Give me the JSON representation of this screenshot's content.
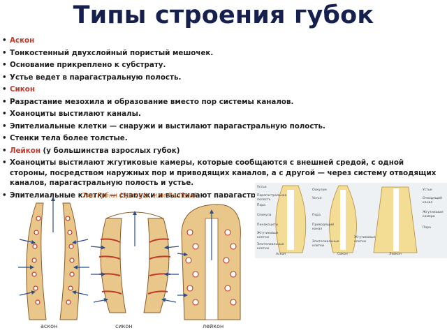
{
  "title": "Типы строения губок",
  "bullets": [
    {
      "text": "Аскон",
      "kind": "heading"
    },
    {
      "text": "Тонкостенный двухслойный пористый мешочек.",
      "kind": "item"
    },
    {
      "text": "Основание прикреплено к субстрату.",
      "kind": "item"
    },
    {
      "text": "Устье ведет в парагастральную полость.",
      "kind": "item"
    },
    {
      "text": "Сикон",
      "kind": "heading"
    },
    {
      "text": "Разрастание мезохила и образование вместо пор системы каналов.",
      "kind": "item"
    },
    {
      "text": "Хоаноциты выстилают каналы.",
      "kind": "item"
    },
    {
      "text": "Эпителиальные клетки — снаружи и выстилают парагастральную полость.",
      "kind": "item"
    },
    {
      "text": "Стенки тела более толстые.",
      "kind": "item"
    },
    {
      "kw": "Лейкон",
      "rest": " (у большинства взрослых губок)",
      "kind": "mixed"
    },
    {
      "text": "Хоаноциты выстилают жгутиковые камеры, которые сообщаются с внешней средой, с одной стороны, посредством наружных пор и приводящих каналов, а с другой — через систему отводящих каналов, парагастральную полость и устье.",
      "kind": "item"
    },
    {
      "text": "Эпителиальные клетки — снаружи и выстилают парагастральную полость.",
      "kind": "clipped"
    }
  ],
  "left_figure": {
    "title": "Тип Губки (Spongia, или Porifera)",
    "captions": [
      "аскон",
      "сикон",
      "лейкон"
    ]
  },
  "right_figure": {
    "labels_1": [
      "Устье",
      "Парагастральная",
      "полость",
      "Пора",
      "Спикула",
      "Пинакоциты",
      "Жгутиковые",
      "клетки",
      "Эпителиальные",
      "клетки"
    ],
    "labels_2": [
      "Оскулум",
      "Устье",
      "Пора",
      "Приводящий",
      "канал",
      "Эпителиальные",
      "клетки",
      "Жгутиковые",
      "клетки"
    ],
    "labels_3": [
      "Устье",
      "Отводящий",
      "канал",
      "Жгутиковая",
      "камера",
      "Пора"
    ],
    "captions": [
      "Аскон",
      "Сикон",
      "Лейкон"
    ]
  },
  "colors": {
    "title": "#16204f",
    "keyword": "#c0392b",
    "wall": "#e9c78a",
    "canal": "#c0392b",
    "arrow": "#2b4d8a"
  }
}
